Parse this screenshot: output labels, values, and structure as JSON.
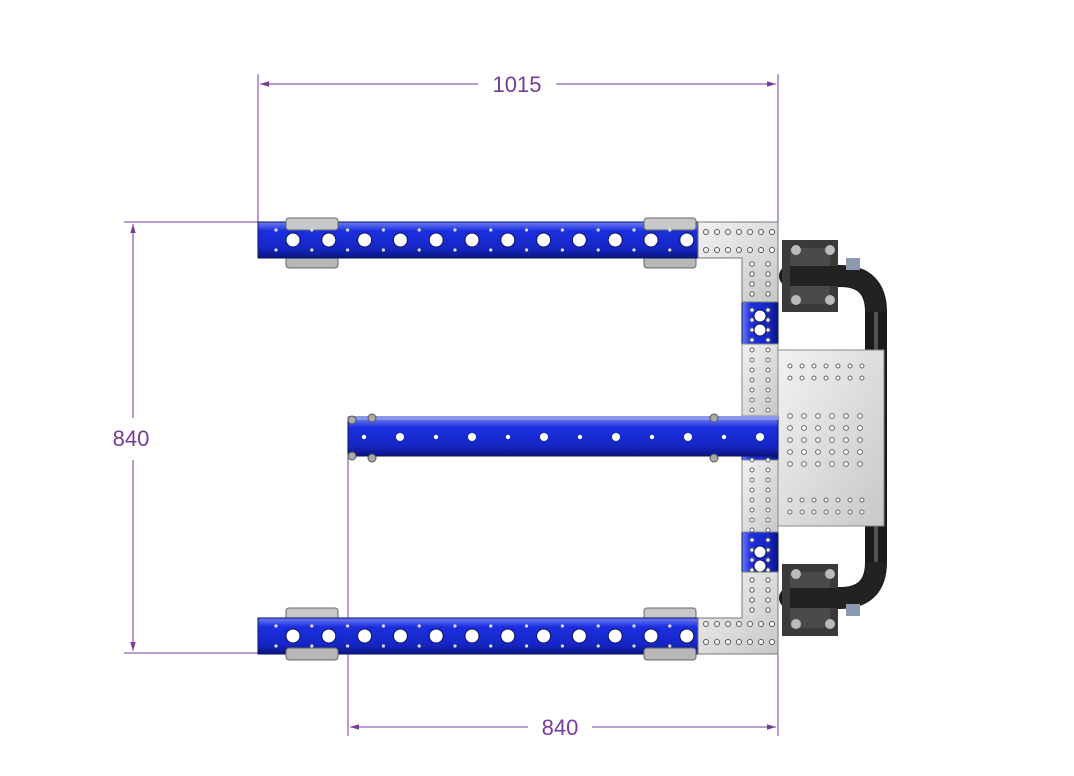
{
  "dimensions": {
    "top_width": "1015",
    "left_height": "840",
    "bottom_width": "840"
  },
  "colors": {
    "dimension": "#7a3a9a",
    "profile_blue": "#1a2fd6",
    "plate_grey": "#d9d9d9",
    "handle": "#2a2a2a"
  }
}
